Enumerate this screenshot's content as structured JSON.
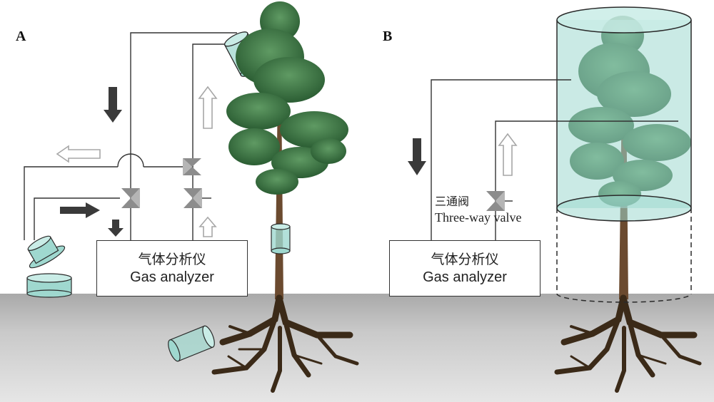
{
  "panel_a": {
    "label": "A",
    "analyzer": {
      "zh": "气体分析仪",
      "en": "Gas analyzer"
    }
  },
  "panel_b": {
    "label": "B",
    "analyzer": {
      "zh": "气体分析仪",
      "en": "Gas analyzer"
    },
    "valve_label": {
      "zh": "三通阀",
      "en": "Three-way valve"
    }
  },
  "colors": {
    "ground": "#bdbdbd",
    "tube_line": "#333333",
    "chamber_fill": "#9fd8cf",
    "chamber_stroke": "#2a2a2a",
    "arrow_filled": "#3a3a3a",
    "arrow_hollow_stroke": "#a7a7a7",
    "valve": "#8c8c8c",
    "trunk": "#6b4a2f",
    "root": "#3b2a18",
    "foliage": "#2f6b3f"
  }
}
